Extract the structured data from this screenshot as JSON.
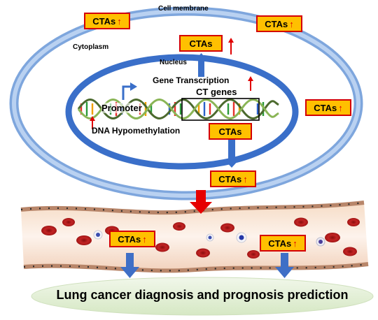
{
  "labels": {
    "cell_membrane": "Cell membrane",
    "cytoplasm": "Cytoplasm",
    "nucleus": "Nucleus",
    "gene_transcription": "Gene Transcription",
    "ct_genes": "CT genes",
    "promoter": "Promoter",
    "dna_hypomethylation": "DNA Hypomethylation",
    "bottom_caption": "Lung cancer diagnosis and prognosis prediction"
  },
  "ctas": {
    "text": "CTAs",
    "arrow": "↑"
  },
  "colors": {
    "membrane": "#8fb4e3",
    "nucleus_ring": "#3a6fc9",
    "box_fill": "#ffc000",
    "box_border": "#d40000",
    "red_arrow": "#e00000",
    "blue_arrow": "#3f6fc6",
    "caption_fill": "#e3efd6"
  }
}
